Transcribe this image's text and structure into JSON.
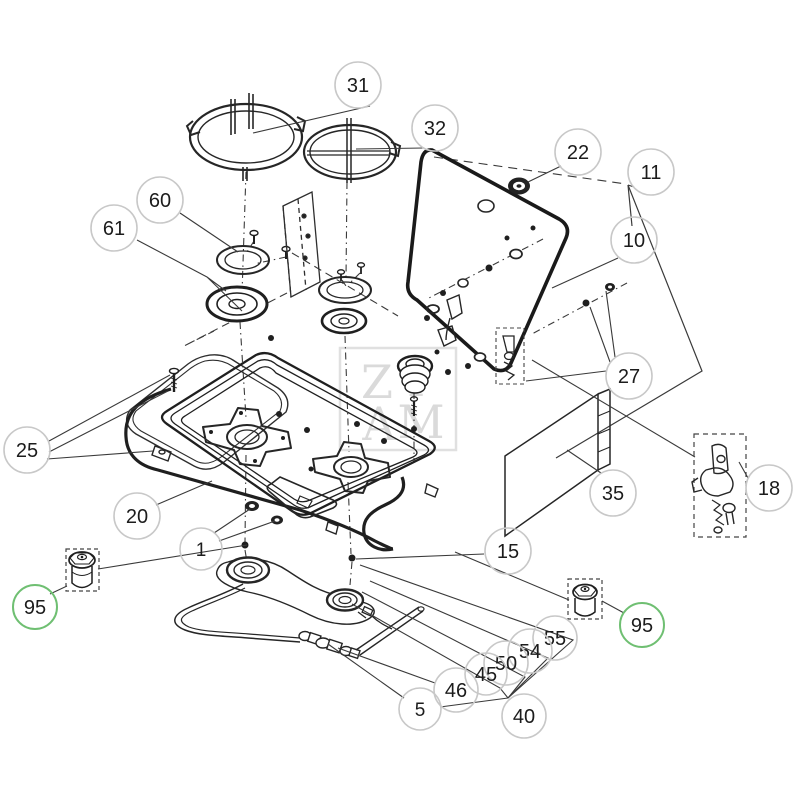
{
  "diagram": {
    "kind": "exploded-parts-diagram",
    "subject": "two-burner gas hob with glass lid (camper cooktop) spare parts drawing",
    "background_color": "#ffffff",
    "line_color": "#2e2e2e"
  },
  "colors": {
    "callout_stroke_gray": "#c8c8c8",
    "callout_stroke_green": "#6fbf72",
    "number_color": "#1c1c1c",
    "watermark_color": "#dadada"
  },
  "watermark": {
    "shape": "square-outline",
    "letters": [
      "Z",
      "Y",
      "A",
      "M"
    ]
  },
  "part_numbers_visible": [
    "1",
    "5",
    "10",
    "11",
    "15",
    "18",
    "20",
    "22",
    "25",
    "27",
    "31",
    "32",
    "35",
    "40",
    "45",
    "46",
    "50",
    "54",
    "55",
    "60",
    "61",
    "95"
  ],
  "callouts": [
    {
      "label": "31",
      "style": "gray"
    },
    {
      "label": "32",
      "style": "gray"
    },
    {
      "label": "22",
      "style": "gray"
    },
    {
      "label": "11",
      "style": "gray"
    },
    {
      "label": "60",
      "style": "gray"
    },
    {
      "label": "61",
      "style": "gray"
    },
    {
      "label": "10",
      "style": "gray"
    },
    {
      "label": "27",
      "style": "gray"
    },
    {
      "label": "25",
      "style": "gray"
    },
    {
      "label": "20",
      "style": "gray"
    },
    {
      "label": "1",
      "style": "gray"
    },
    {
      "label": "15",
      "style": "gray"
    },
    {
      "label": "35",
      "style": "gray"
    },
    {
      "label": "18",
      "style": "gray"
    },
    {
      "label": "95",
      "style": "green"
    },
    {
      "label": "95",
      "style": "green"
    },
    {
      "label": "55",
      "style": "gray"
    },
    {
      "label": "54",
      "style": "gray"
    },
    {
      "label": "50",
      "style": "gray"
    },
    {
      "label": "45",
      "style": "gray"
    },
    {
      "label": "46",
      "style": "gray"
    },
    {
      "label": "5",
      "style": "gray"
    },
    {
      "label": "40",
      "style": "gray"
    }
  ]
}
